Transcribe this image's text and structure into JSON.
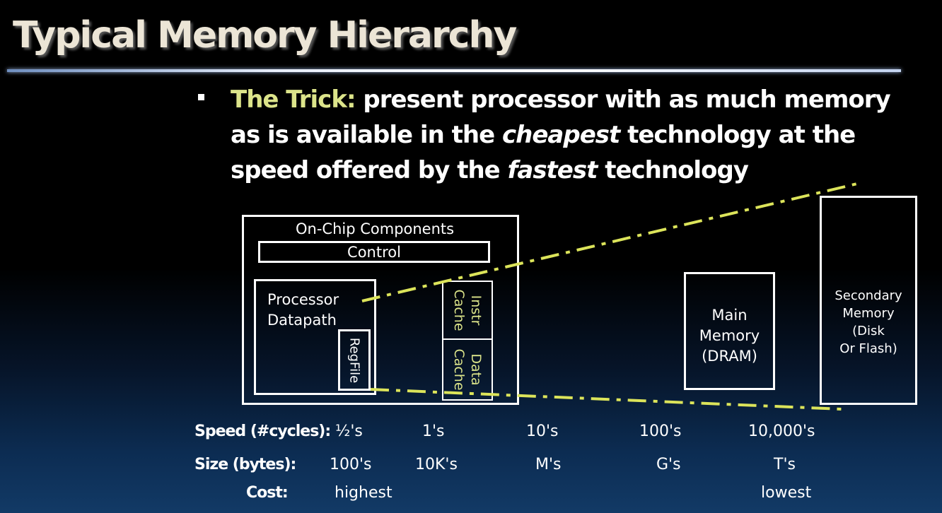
{
  "title": "Typical Memory Hierarchy",
  "bullet": {
    "lead": "The Trick:",
    "part1": " present processor with as much memory as is available in the ",
    "em1": "cheapest",
    "part2": " technology at the speed offered by the ",
    "em2": "fastest",
    "part3": " technology"
  },
  "diagram": {
    "on_chip_label": "On-Chip Components",
    "control": "Control",
    "datapath_line1": "Processor",
    "datapath_line2": "Datapath",
    "regfile": "RegFile",
    "instr_cache_line1": "Instr",
    "instr_cache_line2": "Cache",
    "data_cache_line1": "Data",
    "data_cache_line2": "Cache",
    "main_memory": [
      "Main",
      "Memory",
      "(DRAM)"
    ],
    "secondary_memory": [
      "Secondary",
      "Memory",
      "(Disk",
      "Or Flash)"
    ],
    "dash_color": "#dce45a"
  },
  "table": {
    "speed_label": "Speed (#cycles):",
    "size_label": "Size (bytes):",
    "cost_label": "Cost:",
    "speed": [
      "½'s",
      "1's",
      "10's",
      "100's",
      "10,000's"
    ],
    "size": [
      "100's",
      "10K's",
      "M's",
      "G's",
      "T's"
    ],
    "cost": [
      "highest",
      "lowest"
    ]
  }
}
